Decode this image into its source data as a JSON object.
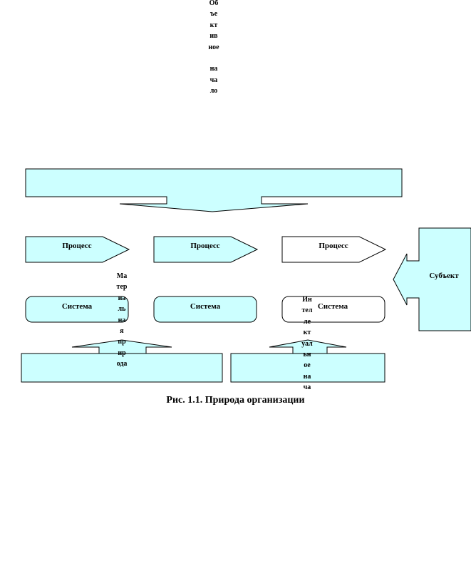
{
  "diagram": {
    "top_label": "Об\nъе\nкт\nив\nное\n\nна\nча\nло",
    "process_labels": [
      "Процесс",
      "Процесс",
      "Процесс"
    ],
    "system_labels": [
      "Система",
      "Система",
      "Система"
    ],
    "subject_label": "Субъект",
    "material_label": "Ма\nтер\nиа\nль\nна\nя\nпр\nир\nода",
    "intellect_label": "Ин\nтел\nле\nкт\nуал\nьн\nое\nна\nча",
    "caption": "Рис. 1.1.  Природа организации"
  },
  "colors": {
    "fill": "#ccffff",
    "white": "#ffffff",
    "stroke": "#000000"
  }
}
